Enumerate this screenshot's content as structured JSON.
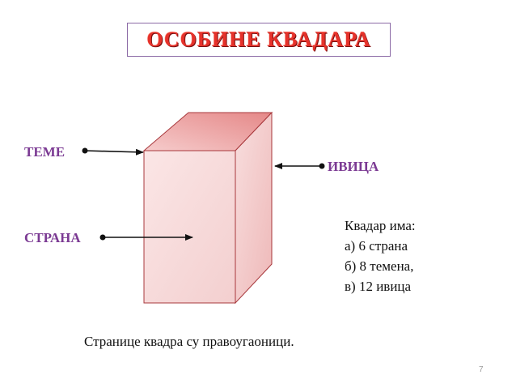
{
  "title": "ОСОБИНЕ КВАДАРА",
  "labels": {
    "vertex": "ТЕМЕ",
    "edge": "ИВИЦА",
    "face": "СТРАНА"
  },
  "info": {
    "heading": "Квадар има:",
    "items": [
      "а) 6 страна",
      "б) 8 темена,",
      "в) 12 ивица"
    ]
  },
  "caption": "Странице квадра су правоугаоници.",
  "page_number": "7",
  "colors": {
    "title": "#e6322b",
    "label": "#7b3a93",
    "box_stroke": "#a8383c",
    "box_front": "#f8dcdc",
    "box_top": "#ee9c9c",
    "box_side": "#f2c4c4"
  }
}
